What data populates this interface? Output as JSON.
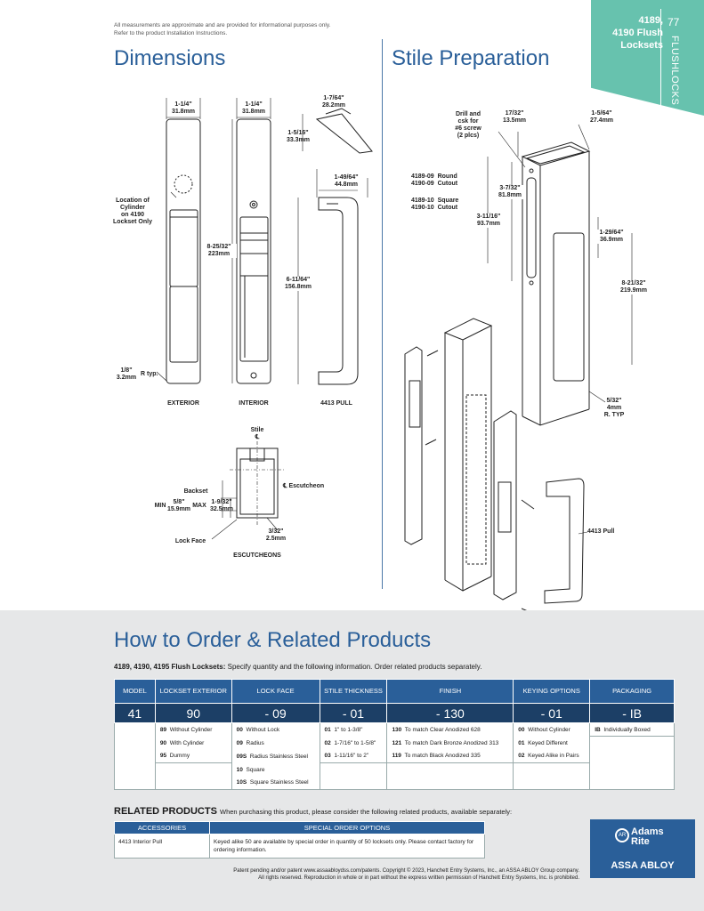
{
  "disclaimer": [
    "All measurements are approximate and are provided for informational purposes only.",
    "Refer to the product Installation Instructions."
  ],
  "tab": {
    "title_lines": [
      "4189,",
      "4190 Flush",
      "Locksets"
    ],
    "page_number": "77",
    "section": "FLUSHLOCKS"
  },
  "dimensions": {
    "title": "Dimensions",
    "labels": {
      "ext_width": [
        "1-1/4\"",
        "31.8mm"
      ],
      "int_width": [
        "1-1/4\"",
        "31.8mm"
      ],
      "pull_depth_top": [
        "1-7/64\"",
        "28.2mm"
      ],
      "pull_height_side": [
        "1-5/16\"",
        "33.3mm"
      ],
      "pull_width": [
        "1-49/64\"",
        "44.8mm"
      ],
      "cylinder_note": [
        "Location of",
        "Cylinder",
        "on 4190",
        "Lockset Only"
      ],
      "overall_height": [
        "8-25/32\"",
        "223mm"
      ],
      "pull_height": [
        "6-11/64\"",
        "156.8mm"
      ],
      "radius": [
        "1/8\"",
        "3.2mm"
      ],
      "radius_suffix": "R typ.",
      "exterior": "EXTERIOR",
      "interior": "INTERIOR",
      "pull": "4413 PULL"
    },
    "escutcheon": {
      "stile": "Stile",
      "stile_cl": "℄",
      "escutcheon_cl": "℄ Escutcheon",
      "backset": "Backset",
      "min": "MIN",
      "min_val": [
        "5/8\"",
        "15.9mm"
      ],
      "max": "MAX",
      "max_val": [
        "1-9/32\"",
        "32.5mm"
      ],
      "offset": [
        "3/32\"",
        "2.5mm"
      ],
      "lock_face": "Lock Face",
      "caption": "ESCUTCHEONS"
    }
  },
  "stile_prep": {
    "title": "Stile Preparation",
    "drill_note": [
      "Drill and",
      "csk for",
      "#6 screw",
      "(2 plcs)"
    ],
    "dim_17_32": [
      "17/32\"",
      "13.5mm"
    ],
    "dim_1_5_64": [
      "1-5/64\"",
      "27.4mm"
    ],
    "cutouts": [
      {
        "models": [
          "4189-09",
          "4190-09"
        ],
        "type": [
          "Round",
          "Cutout"
        ]
      },
      {
        "models": [
          "4189-10",
          "4190-10"
        ],
        "type": [
          "Square",
          "Cutout"
        ]
      }
    ],
    "dim_3_7_32": [
      "3-7/32\"",
      "81.8mm"
    ],
    "dim_3_11_16": [
      "3-11/16\"",
      "93.7mm"
    ],
    "dim_1_29_64": [
      "1-29/64\"",
      "36.9mm"
    ],
    "dim_8_21_32": [
      "8-21/32\"",
      "219.9mm"
    ],
    "dim_5_32": [
      "5/32\"",
      "4mm",
      "R. TYP"
    ],
    "pull_label": "4413 Pull"
  },
  "order": {
    "title": "How to Order & Related Products",
    "subtitle_bold": "4189, 4190, 4195 Flush Locksets:",
    "subtitle_rest": " Specify quantity and the following information. Order related products separately.",
    "headers": [
      "MODEL",
      "LOCKSET EXTERIOR",
      "LOCK FACE",
      "STILE THICKNESS",
      "FINISH",
      "KEYING OPTIONS",
      "PACKAGING"
    ],
    "values": [
      "41",
      "90",
      "- 09",
      "- 01",
      "- 130",
      "- 01",
      "- IB"
    ],
    "options": {
      "exterior": [
        [
          "89",
          "Without Cylinder"
        ],
        [
          "90",
          "With Cylinder"
        ],
        [
          "95",
          "Dummy"
        ]
      ],
      "lock_face": [
        [
          "00",
          "Without Lock"
        ],
        [
          "09",
          "Radius"
        ],
        [
          "09S",
          "Radius Stainless Steel"
        ],
        [
          "10",
          "Square"
        ],
        [
          "10S",
          "Square Stainless Steel"
        ]
      ],
      "stile": [
        [
          "01",
          "1\" to 1-3/8\""
        ],
        [
          "02",
          "1-7/16\" to 1-5/8\""
        ],
        [
          "03",
          "1-11/16\" to 2\""
        ]
      ],
      "finish": [
        [
          "130",
          "To match Clear Anodized 628"
        ],
        [
          "121",
          "To match Dark Bronze Anodized 313"
        ],
        [
          "119",
          "To match Black Anodized 335"
        ]
      ],
      "keying": [
        [
          "00",
          "Without Cylinder"
        ],
        [
          "01",
          "Keyed Different"
        ],
        [
          "02",
          "Keyed Alike in Pairs"
        ]
      ],
      "packaging": [
        [
          "IB",
          "Individually Boxed"
        ]
      ]
    }
  },
  "related": {
    "title": "RELATED PRODUCTS",
    "intro": "When purchasing this product, please consider the following related products, available separately:",
    "headers": [
      "ACCESSORIES",
      "SPECIAL ORDER OPTIONS"
    ],
    "accessory": "4413 Interior Pull",
    "special": "Keyed alike 50 are available by special order in quantity of 50 locksets only. Please contact factory for ordering information."
  },
  "footnote": [
    "Patent pending and/or patent www.assaabloydss.com/patents. Copyright © 2023, Hanchett Entry Systems, Inc., an ASSA ABLOY Group company.",
    "All rights reserved. Reproduction in whole or in part without the express written permission of Hanchett Entry Systems, Inc. is prohibited."
  ],
  "logo": {
    "brand": [
      "Adams",
      "Rite"
    ],
    "parent": "ASSA ABLOY",
    "mark": "AR"
  },
  "colors": {
    "accent_blue": "#2a5f99",
    "dark_blue": "#1c3f66",
    "tab_teal": "#67c2ae",
    "band_grey": "#e6e7e8"
  }
}
